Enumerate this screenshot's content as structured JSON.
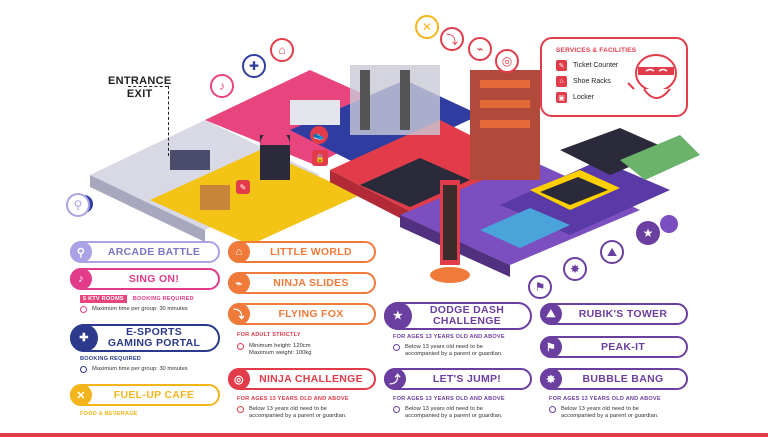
{
  "map": {
    "entrance_label": "ENTRANCE",
    "exit_label": "EXIT"
  },
  "services": {
    "title": "SERVICES & FACILITIES",
    "items": [
      {
        "label": "Ticket Counter",
        "icon": "ticket-icon"
      },
      {
        "label": "Shoe Racks",
        "icon": "shoe-icon"
      },
      {
        "label": "Locker",
        "icon": "lock-icon"
      }
    ],
    "color": "#e23b4a"
  },
  "legend": {
    "arcade_battle": {
      "label": "ARCADE BATTLE",
      "color": "#a9a3e6"
    },
    "sing_on": {
      "label": "SING ON!",
      "color": "#e23b8a"
    },
    "sing_on_tag": "5 KTV ROOMS",
    "sing_on_booking": "BOOKING REQUIRED",
    "sing_on_note": "Maximum time per group: 30 minutes",
    "esports": {
      "label_line1": "E-SPORTS",
      "label_line2": "GAMING PORTAL",
      "color": "#2b3a8c"
    },
    "esports_booking": "BOOKING REQUIRED",
    "esports_note": "Maximum time per group: 30 minutes",
    "fuel_up": {
      "label": "FUEL-UP CAFE",
      "color": "#f3b51b"
    },
    "fuel_up_sub": "FOOD & BEVERAGE",
    "little_world": {
      "label": "LITTLE WORLD",
      "color": "#f07a3a"
    },
    "ninja_slides": {
      "label": "NINJA SLIDES",
      "color": "#f07a3a"
    },
    "flying_fox": {
      "label": "FLYING FOX",
      "color": "#f07a3a"
    },
    "flying_fox_title": "FOR ADULT STRICTLY",
    "flying_fox_note1": "Minimum height: 120cm",
    "flying_fox_note2": "Maximum weight: 100kg",
    "ninja_challenge": {
      "label": "NINJA CHALLENGE",
      "color": "#e23b4a"
    },
    "ninja_challenge_title": "FOR AGES 13 YEARS OLD AND ABOVE",
    "ninja_challenge_note1": "Below 13 years old need to be",
    "ninja_challenge_note2": "accompanied by a parent or guardian.",
    "dodge_dash": {
      "label_line1": "DODGE DASH",
      "label_line2": "CHALLENGE",
      "color": "#6b3fa0"
    },
    "dodge_dash_title": "FOR AGES 13 YEARS OLD AND ABOVE",
    "dodge_dash_note1": "Below 13 years old need to be",
    "dodge_dash_note2": "accompanied by a parent or guardian.",
    "lets_jump": {
      "label": "LET'S JUMP!",
      "color": "#6b3fa0"
    },
    "lets_jump_title": "FOR AGES 13 YEARS OLD AND ABOVE",
    "lets_jump_note1": "Below 13 years old need to be",
    "lets_jump_note2": "accompanied by a parent or guardian.",
    "rubiks_tower": {
      "label": "RUBIK'S TOWER",
      "color": "#6b3fa0"
    },
    "peak_it": {
      "label": "PEAK-IT",
      "color": "#6b3fa0"
    },
    "bubble_bang": {
      "label": "BUBBLE BANG",
      "color": "#6b3fa0"
    },
    "bubble_bang_title": "FOR AGES 13 YEARS OLD AND ABOVE",
    "bubble_bang_note1": "Below 13 years old need to be",
    "bubble_bang_note2": "accompanied by a parent or guardian."
  }
}
